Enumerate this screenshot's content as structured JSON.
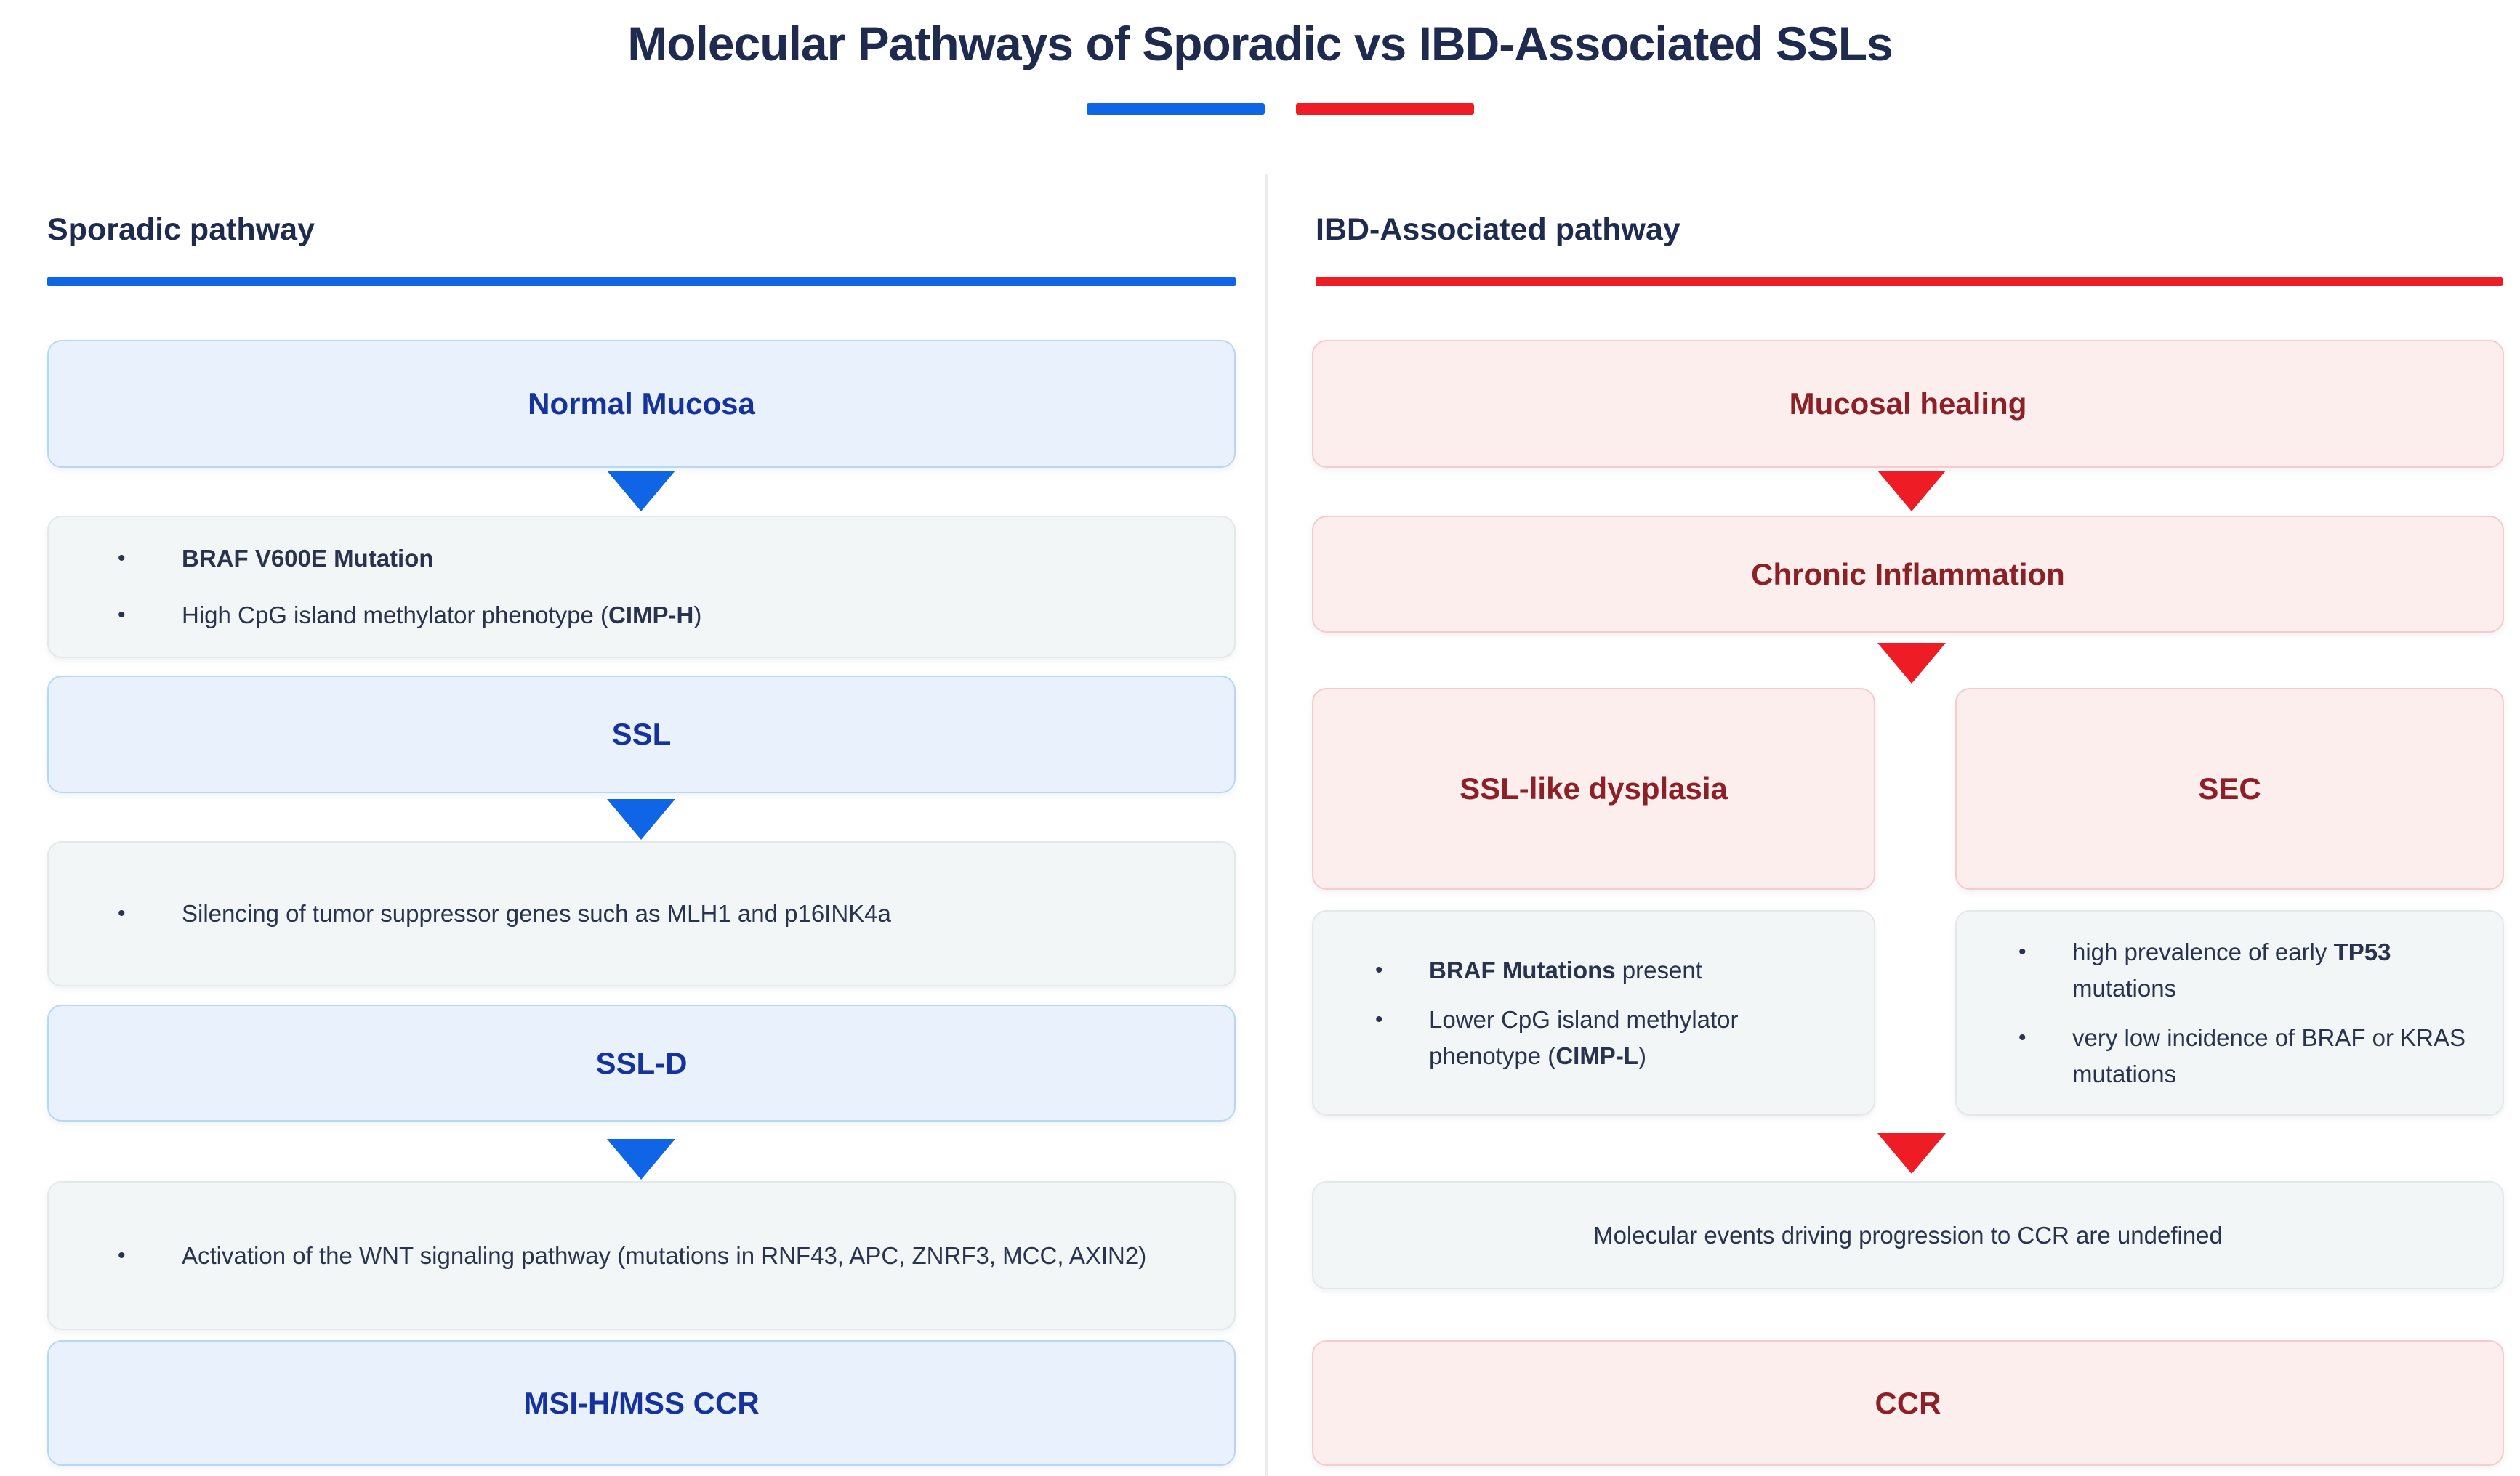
{
  "bullet": "•",
  "title": {
    "text": "Molecular Pathways of Sporadic vs IBD-Associated SSLs"
  },
  "colors": {
    "blue_accent": "#1065e6",
    "red_accent": "#ee1c24",
    "dark_blue_text": "#16339b",
    "dark_red_text": "#8c2027",
    "heading_navy": "#1e2b4f",
    "body_text": "#29334d",
    "blue_box_fill": "#e9f1fd",
    "blue_box_border": "#b5d7f8",
    "pink_box_fill": "#fdeeee",
    "pink_box_border": "#f8c9cd",
    "gray_box_fill": "#f3f6f6",
    "gray_box_border": "#e3e8e8"
  },
  "sporadic": {
    "heading": "Sporadic pathway",
    "stage1": "Normal Mucosa",
    "notes1": [
      {
        "pre": "",
        "bold": "BRAF V600E Mutation",
        "post": ""
      },
      {
        "pre": "High CpG island methylator phenotype (",
        "bold": "CIMP-H",
        "post": ")"
      }
    ],
    "stage2": "SSL",
    "notes2": [
      {
        "pre": "Silencing of tumor suppressor genes such as MLH1 and p16INK4a",
        "bold": "",
        "post": ""
      }
    ],
    "stage3": "SSL-D",
    "notes3": [
      {
        "pre": "Activation of the WNT signaling pathway (mutations in RNF43, APC, ZNRF3, MCC, AXIN2)",
        "bold": "",
        "post": ""
      }
    ],
    "stage4": "MSI-H/MSS CCR"
  },
  "ibd": {
    "heading": "IBD-Associated pathway",
    "stage1": "Mucosal healing",
    "stage2": "Chronic Inflammation",
    "branch_left": "SSL-like dysplasia",
    "branch_right": "SEC",
    "branch_left_notes": [
      {
        "pre": "",
        "bold": "BRAF Mutations",
        "post": " present"
      },
      {
        "pre": "Lower CpG island methylator phenotype (",
        "bold": "CIMP-L",
        "post": ")"
      }
    ],
    "branch_right_notes": [
      {
        "pre": "high prevalence of early ",
        "bold": "TP53",
        "post": " mutations"
      },
      {
        "pre": "very low incidence of BRAF or KRAS mutations",
        "bold": "",
        "post": ""
      }
    ],
    "merge_note": "Molecular events driving progression to CCR are undefined",
    "stage3": "CCR"
  }
}
